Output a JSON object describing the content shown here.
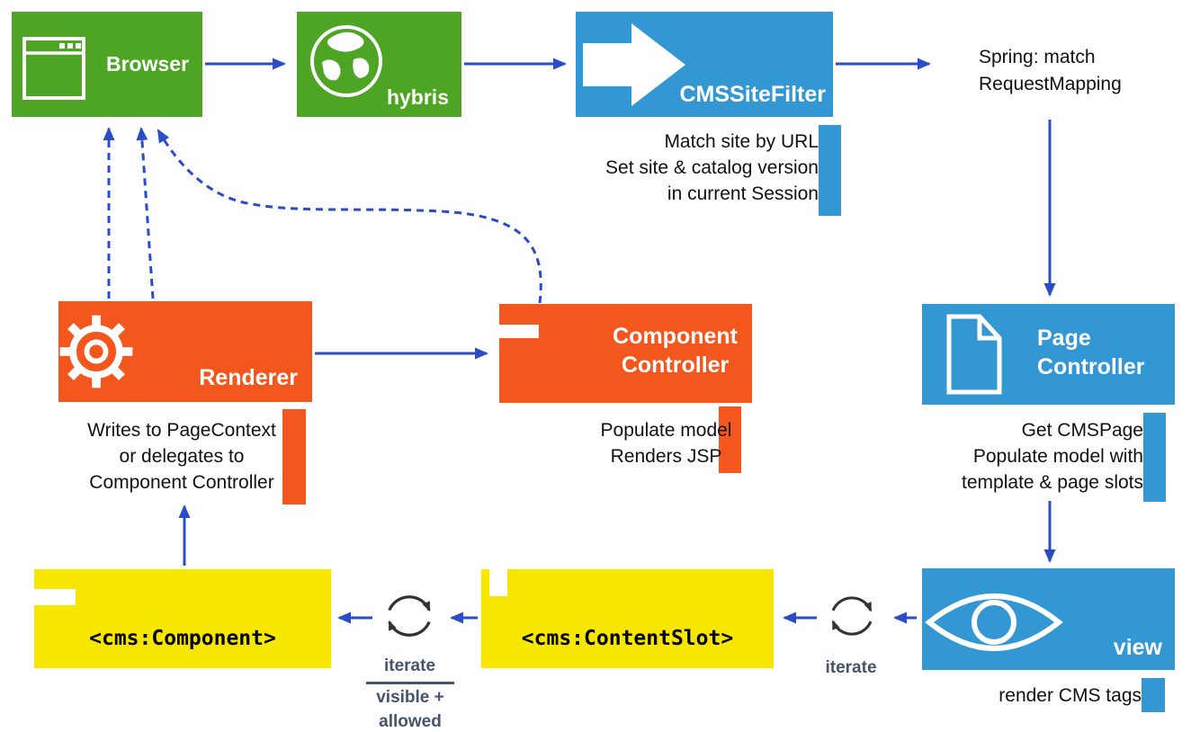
{
  "colors": {
    "green": "#4EA524",
    "blue": "#3397D3",
    "orange": "#F3571D",
    "yellow": "#F7E600",
    "arrow": "#2A4CC7",
    "iterate_text": "#44546A",
    "text": "#111111"
  },
  "nodes": {
    "browser": {
      "label": "Browser",
      "icon": "browser-window-icon"
    },
    "hybris": {
      "label": "hybris",
      "icon": "globe-icon"
    },
    "cms_site_filter": {
      "label": "CMSSiteFilter",
      "icon": "forward-arrow-icon"
    },
    "spring": {
      "line1": "Spring: match",
      "line2": "RequestMapping"
    },
    "page_controller": {
      "line1": "Page",
      "line2": "Controller",
      "icon": "document-icon"
    },
    "view": {
      "label": "view",
      "icon": "eye-icon"
    },
    "renderer": {
      "label": "Renderer",
      "icon": "gear-icon"
    },
    "component_controller": {
      "line1": "Component",
      "line2": "Controller"
    },
    "cms_component": {
      "label": "<cms:Component>"
    },
    "cms_content_slot": {
      "label": "<cms:ContentSlot>"
    }
  },
  "notes": {
    "site_filter": {
      "lines": [
        "Match site by URL",
        "Set site & catalog version",
        "in current Session"
      ]
    },
    "page_controller": {
      "lines": [
        "Get CMSPage",
        "Populate model with",
        "template & page slots"
      ]
    },
    "view": {
      "lines": [
        "render CMS tags"
      ]
    },
    "renderer": {
      "lines": [
        "Writes to PageContext",
        "or delegates to",
        "Component Controller"
      ]
    },
    "component_controller": {
      "lines": [
        "Populate model",
        "Renders JSP"
      ]
    }
  },
  "iterate_left": {
    "label": "iterate",
    "condition1": "visible +",
    "condition2": "allowed"
  },
  "iterate_right": {
    "label": "iterate"
  }
}
